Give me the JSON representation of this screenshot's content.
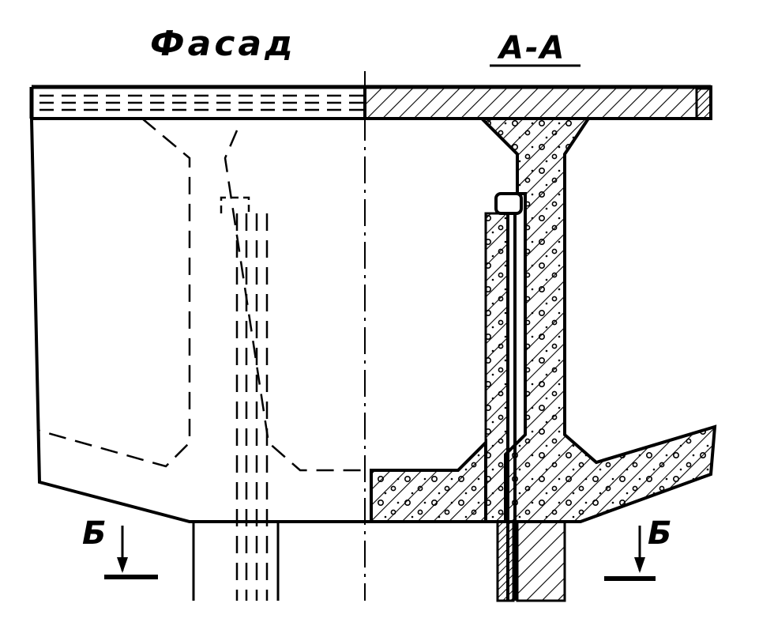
{
  "labels": {
    "facade": "Фасад",
    "section": "А-А",
    "cut_left": "Б",
    "cut_right": "Б"
  },
  "colors": {
    "ink": "#000000",
    "paper": "#ffffff"
  }
}
